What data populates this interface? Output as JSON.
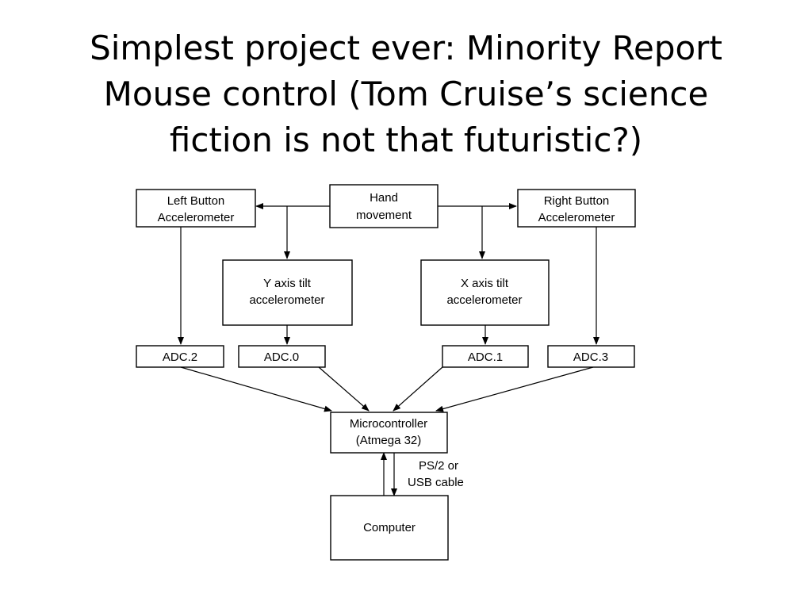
{
  "slide": {
    "title_lines": [
      "Simplest project ever: Minority Report",
      "Mouse control (Tom Cruise’s science",
      "fiction is not that futuristic?)"
    ]
  },
  "diagram": {
    "nodes": {
      "hand": [
        "Hand",
        "movement"
      ],
      "left_acc": [
        "Left Button",
        "Accelerometer"
      ],
      "right_acc": [
        "Right Button",
        "Accelerometer"
      ],
      "y_tilt": [
        "Y axis tilt",
        "accelerometer"
      ],
      "x_tilt": [
        "X axis tilt",
        "accelerometer"
      ],
      "adc2": [
        "ADC.2"
      ],
      "adc0": [
        "ADC.0"
      ],
      "adc1": [
        "ADC.1"
      ],
      "adc3": [
        "ADC.3"
      ],
      "mcu": [
        "Microcontroller",
        "(Atmega 32)"
      ],
      "computer": [
        "Computer"
      ]
    },
    "cable_label": [
      "PS/2 or",
      "USB cable"
    ],
    "edges": [
      {
        "from": "hand",
        "to": "left_acc"
      },
      {
        "from": "hand",
        "to": "right_acc"
      },
      {
        "from": "hand",
        "to": "y_tilt"
      },
      {
        "from": "hand",
        "to": "x_tilt"
      },
      {
        "from": "left_acc",
        "to": "adc2"
      },
      {
        "from": "y_tilt",
        "to": "adc0"
      },
      {
        "from": "x_tilt",
        "to": "adc1"
      },
      {
        "from": "right_acc",
        "to": "adc3"
      },
      {
        "from": "adc2",
        "to": "mcu"
      },
      {
        "from": "adc0",
        "to": "mcu"
      },
      {
        "from": "adc1",
        "to": "mcu"
      },
      {
        "from": "adc3",
        "to": "mcu"
      },
      {
        "from": "mcu",
        "to": "computer"
      },
      {
        "from": "computer",
        "to": "mcu"
      }
    ]
  }
}
